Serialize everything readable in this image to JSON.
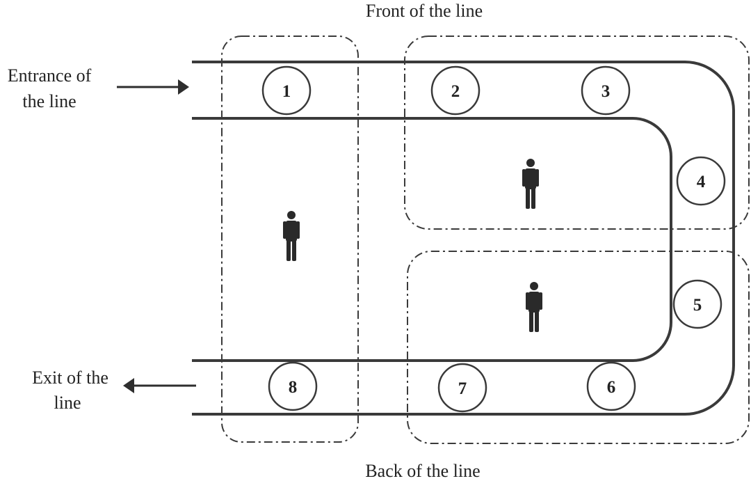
{
  "labels": {
    "top": "Front of the line",
    "bottom": "Back of the line",
    "entrance": [
      "Entrance of",
      "the line"
    ],
    "exit": [
      "Exit of the",
      "line"
    ]
  },
  "stations": [
    "1",
    "2",
    "3",
    "4",
    "5",
    "6",
    "7",
    "8"
  ],
  "operator_icon": "person-icon",
  "colors": {
    "line": "#3a3a3a",
    "background": "#ffffff"
  }
}
